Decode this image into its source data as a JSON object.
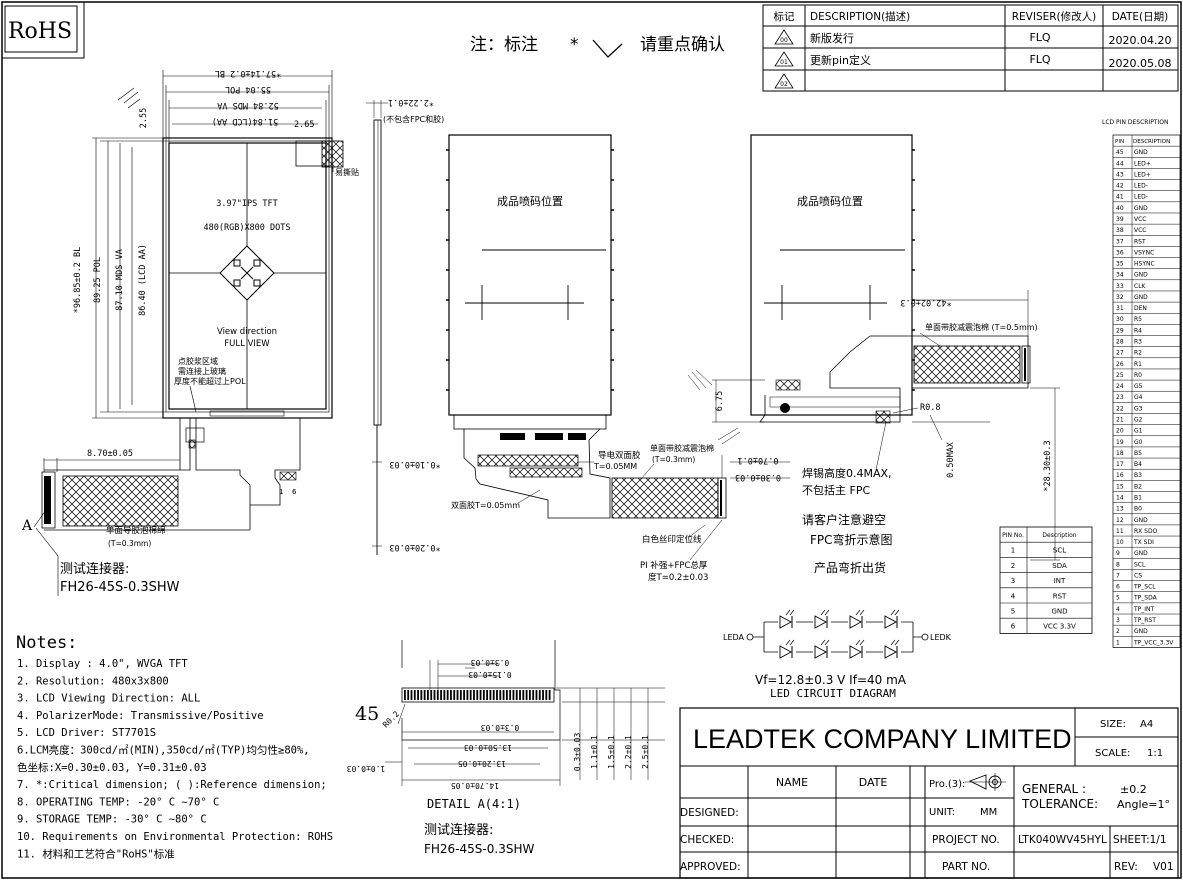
{
  "rohs": "RoHS",
  "note_banner": {
    "prefix": "注：标注",
    "star": "*",
    "suffix": "请重点确认"
  },
  "revision_table": {
    "headers": [
      "标记",
      "DESCRIPTION(描述)",
      "REVISER(修改人)",
      "DATE(日期)"
    ],
    "rows": [
      {
        "mark": "00",
        "desc": "新版发行",
        "reviser": "FLQ",
        "date": "2020.04.20"
      },
      {
        "mark": "01",
        "desc": "更新pin定义",
        "reviser": "FLQ",
        "date": "2020.05.08"
      },
      {
        "mark": "02",
        "desc": "",
        "reviser": "",
        "date": ""
      }
    ]
  },
  "front_view": {
    "dims_top": [
      "*57.14±0.2 BL",
      "55.04 POL",
      "52.84 MDS VA",
      "51.84(LCD AA)"
    ],
    "dim_255": "2.55",
    "dim_265": "2.65",
    "dims_left": [
      "*96.85±0.2 BL",
      "89.25 POL",
      "87.10 MDS VA",
      "86.40 (LCD AA)"
    ],
    "tape_label": "易撕贴",
    "panel_line1": "3.97\"IPS TFT",
    "panel_line2": "480(RGB)X800 DOTS",
    "view_line1": "View direction",
    "view_line2": "FULL VIEW",
    "dispense_lines": [
      "点胶浆区域",
      "需连接上玻璃",
      "厚度不能超过上POL"
    ],
    "fpc_dim": "8.70±0.05",
    "stiffener_label": "单面导胶泡棉绵",
    "stiffener_sub": "(T=0.3mm)",
    "pin_1": "1",
    "pin_6": "6",
    "connector_label_a": "A",
    "test_conn_title": "测试连接器:",
    "test_conn_part": "FH26-45S-0.3SHW"
  },
  "side_view": {
    "thickness": "*2.22±0.1",
    "thickness_note": "(不包含FPC和胶)",
    "dim_fpc1": "*0.10±0.03",
    "dim_fpc2": "*0.20±0.03"
  },
  "back_view_1": {
    "marking_label": "成品喷码位置",
    "conductive_label": "导电双面胶",
    "conductive_sub": "T=0.05MM",
    "foam_label": "单面带胶减震泡棉",
    "foam_sub": "(T=0.3mm)",
    "dstape_label": "双面胶T=0.05mm",
    "white_label": "白色丝印定位线",
    "pi_label1": "PI 补强+FPC总厚",
    "pi_label2": "度T=0.2±0.03",
    "dim_070": "0.70±0.1",
    "dim_030": "0.30±0.03"
  },
  "back_view_2": {
    "marking_label": "成品喷码位置",
    "dim_4202": "*42.02±0.3",
    "foam_label": "单面带胶减震泡棉 (T=0.5mm)",
    "dim_675": "6.75",
    "dim_r08": "R0.8",
    "dim_max": "0.50MAX",
    "dim_2830": "*28.30±0.3",
    "solder_note1": "焊锡高度0.4MAX,",
    "solder_note2": "不包括主 FPC",
    "customer_note1": "请客户注意避空",
    "customer_note2": "FPC弯折示意图",
    "customer_note3": "产品弯折出货"
  },
  "notes": {
    "title": "Notes:",
    "items": [
      "1. Display : 4.0\", WVGA TFT",
      "2. Resolution: 480x3x800",
      "3. LCD Viewing Direction: ALL",
      "4. PolarizerMode: Transmissive/Positive",
      "5. LCD Driver: ST7701S",
      "6.LCM亮度：300cd/㎡(MIN),350cd/㎡(TYP)均匀性≥80%,",
      "   色坐标:X=0.30±0.03, Y=0.31±0.03",
      "7. *:Critical dimension; ( ):Reference dimension;",
      "8. OPERATING TEMP: -20° C ~70° C",
      "9. STORAGE TEMP: -30° C ~80° C",
      "10. Requirements on Environmental Protection: ROHS",
      "11. 材料和工艺符合\"RoHS\"标准"
    ]
  },
  "detail_a": {
    "pin_count": "45",
    "title": "DETAIL A(4:1)",
    "conn_title": "测试连接器:",
    "conn_part": "FH26-45S-0.3SHW",
    "dims_top": [
      "0.3±0.03",
      "0.15±0.03"
    ],
    "dim_mid": "0.3±0.03",
    "dims_low": [
      "13.50±0.03",
      "13.20±0.05"
    ],
    "dim_left": "1.0±0.03",
    "dim_r": "R0.2",
    "dim_bottom": "14.70±0.05",
    "dims_right": [
      "0.3±0.03",
      "1.1±0.1",
      "1.5±0.1",
      "2.2±0.1",
      "2.5±0.1"
    ]
  },
  "led": {
    "anode": "LEDA",
    "cathode": "LEDK",
    "vf": "Vf=12.8±0.3 V   If=40 mA",
    "title": "LED CIRCUIT DIAGRAM"
  },
  "tp_pin_table": {
    "headers": [
      "PIN No.",
      "Description"
    ],
    "rows": [
      [
        "1",
        "SCL"
      ],
      [
        "2",
        "SDA"
      ],
      [
        "3",
        "INT"
      ],
      [
        "4",
        "RST"
      ],
      [
        "5",
        "GND"
      ],
      [
        "6",
        "VCC 3.3V"
      ]
    ]
  },
  "lcd_pin_table": {
    "title": "LCD PIN DESCRIPTION",
    "headers": [
      "PIN",
      "DESCRIPTION"
    ],
    "rows": [
      [
        "45",
        "GND"
      ],
      [
        "44",
        "LED+"
      ],
      [
        "43",
        "LED+"
      ],
      [
        "42",
        "LED-"
      ],
      [
        "41",
        "LED-"
      ],
      [
        "40",
        "GND"
      ],
      [
        "39",
        "VCC"
      ],
      [
        "38",
        "VCC"
      ],
      [
        "37",
        "RST"
      ],
      [
        "36",
        "VSYNC"
      ],
      [
        "35",
        "HSYNC"
      ],
      [
        "34",
        "GND"
      ],
      [
        "33",
        "CLK"
      ],
      [
        "32",
        "GND"
      ],
      [
        "31",
        "DEN"
      ],
      [
        "30",
        "R5"
      ],
      [
        "29",
        "R4"
      ],
      [
        "28",
        "R3"
      ],
      [
        "27",
        "R2"
      ],
      [
        "26",
        "R1"
      ],
      [
        "25",
        "R0"
      ],
      [
        "24",
        "G5"
      ],
      [
        "23",
        "G4"
      ],
      [
        "22",
        "G3"
      ],
      [
        "21",
        "G2"
      ],
      [
        "20",
        "G1"
      ],
      [
        "19",
        "G0"
      ],
      [
        "18",
        "B5"
      ],
      [
        "17",
        "B4"
      ],
      [
        "16",
        "B3"
      ],
      [
        "15",
        "B2"
      ],
      [
        "14",
        "B1"
      ],
      [
        "13",
        "B0"
      ],
      [
        "12",
        "GND"
      ],
      [
        "11",
        "RX SDO"
      ],
      [
        "10",
        "TX SDI"
      ],
      [
        "9",
        "GND"
      ],
      [
        "8",
        "SCL"
      ],
      [
        "7",
        "CS"
      ],
      [
        "6",
        "TP_SCL"
      ],
      [
        "5",
        "TP_SDA"
      ],
      [
        "4",
        "TP_INT"
      ],
      [
        "3",
        "TP_RST"
      ],
      [
        "2",
        "GND"
      ],
      [
        "1",
        "TP_VCC_3.3V"
      ]
    ]
  },
  "title_block": {
    "company": "LEADTEK COMPANY LIMITED",
    "size_label": "SIZE:",
    "size_value": "A4",
    "scale_label": "SCALE:",
    "scale_value": "1:1",
    "name": "NAME",
    "date": "DATE",
    "projection": "Pro.(3):",
    "unit_label": "UNIT:",
    "unit_value": "MM",
    "general": "GENERAL :",
    "tolerance": "TOLERANCE:",
    "tol_value": "±0.2",
    "angle_value": "Angle=1°",
    "designed": "DESIGNED:",
    "checked": "CHECKED:",
    "approved": "APPROVED:",
    "project_no": "PROJECT NO.",
    "project_value": "LTK040WV45HYL",
    "sheet": "SHEET:1/1",
    "part_no": "PART NO.",
    "rev_label": "REV:",
    "rev_value": "V01"
  }
}
